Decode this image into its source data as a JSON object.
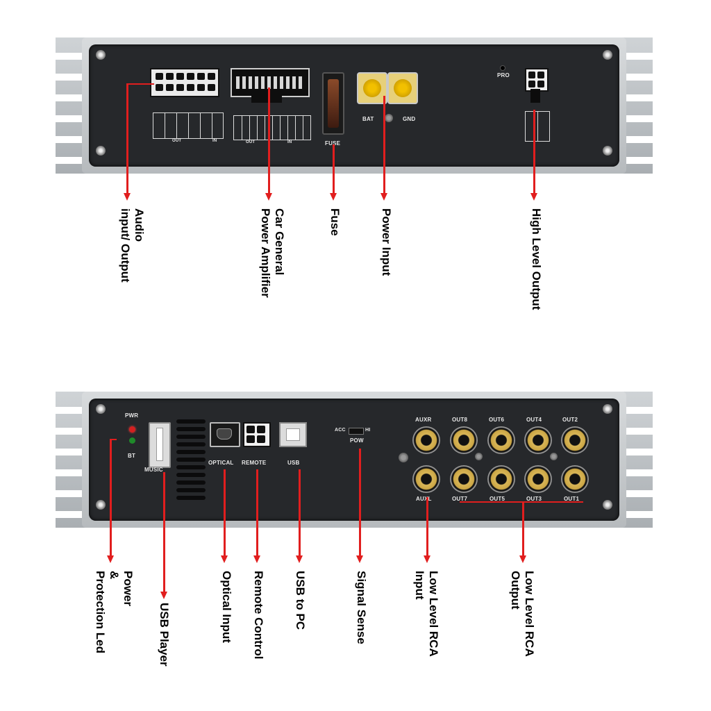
{
  "top_panel": {
    "silk": {
      "out": "OUT",
      "in": "IN",
      "fuse": "FUSE",
      "bat": "BAT",
      "gnd": "GND",
      "pro": "PRO"
    },
    "callouts": {
      "audio_io": [
        "Audio",
        "input/ Output"
      ],
      "car_general": [
        "Car General",
        "Power Amplifier"
      ],
      "fuse": [
        "Fuse"
      ],
      "power_input": [
        "Power Input"
      ],
      "high_level_output": [
        "High Level Output"
      ]
    }
  },
  "bottom_panel": {
    "silk": {
      "pwr": "PWR",
      "bt": "BT",
      "music": "MUSIC",
      "optical": "OPTICAL",
      "remote": "REMOTE",
      "usb": "USB",
      "acc": "ACC",
      "hi": "HI",
      "pow": "POW",
      "auxr": "AUXR",
      "auxl": "AUXL",
      "out8": "OUT8",
      "out6": "OUT6",
      "out4": "OUT4",
      "out2": "OUT2",
      "out7": "OUT7",
      "out5": "OUT5",
      "out3": "OUT3",
      "out1": "OUT1"
    },
    "callouts": {
      "power_led": [
        "Power",
        "&",
        "Protection Led"
      ],
      "usb_player": [
        "USB Player"
      ],
      "optical_input": [
        "Optical Input"
      ],
      "remote_control": [
        "Remote Control"
      ],
      "usb_pc": [
        "USB to PC"
      ],
      "signal_sense": [
        "Signal Sense"
      ],
      "low_rca_input": [
        "Low Level RCA",
        "Input"
      ],
      "low_rca_output": [
        "Low Level RCA",
        "Output"
      ]
    }
  },
  "colors": {
    "arrow": "#e11e1e",
    "panel": "#26282b",
    "led_pwr": "#d42020",
    "led_bt": "#1f8a2a"
  }
}
